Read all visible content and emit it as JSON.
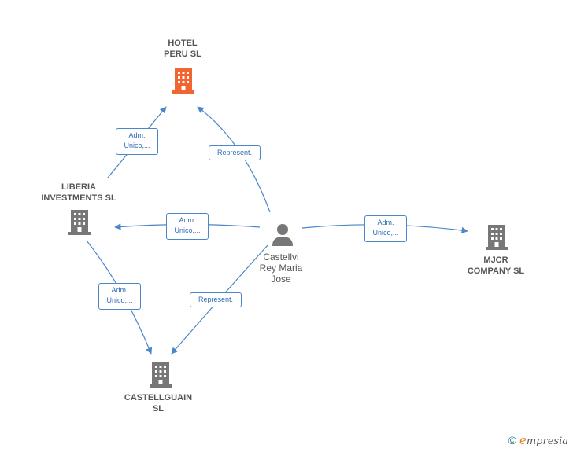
{
  "nodes": {
    "hotel": {
      "label": "HOTEL\nPERU  SL",
      "color": "#f26430"
    },
    "liberia": {
      "label": "LIBERIA\nINVESTMENTS SL",
      "color": "#777777"
    },
    "castellguain": {
      "label": "CASTELLGUAIN\nSL",
      "color": "#777777"
    },
    "mjcr": {
      "label": "MJCR\nCOMPANY  SL",
      "color": "#777777"
    },
    "person": {
      "label": "Castellvi\nRey Maria\nJose",
      "color": "#777777"
    }
  },
  "edges": {
    "liberia_hotel": "Adm.\nUnico,...",
    "person_hotel": "Represent.",
    "person_liberia": "Adm.\nUnico,...",
    "person_mjcr": "Adm.\nUnico,...",
    "liberia_castellguain": "Adm.\nUnico,...",
    "person_castellguain": "Represent."
  },
  "footer": {
    "copyright": "©",
    "brand_e": "e",
    "brand_rest": "mpresia"
  },
  "colors": {
    "edge": "#4a86c8",
    "accent": "#f26430"
  }
}
